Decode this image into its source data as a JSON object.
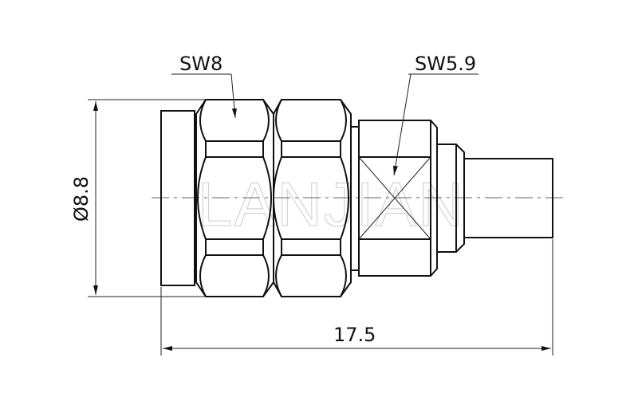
{
  "labels": {
    "wrench_size_large": "SW8",
    "wrench_size_small": "SW5.9",
    "diameter": "Ø8.8",
    "length": "17.5"
  },
  "watermark": "LANJIAN"
}
